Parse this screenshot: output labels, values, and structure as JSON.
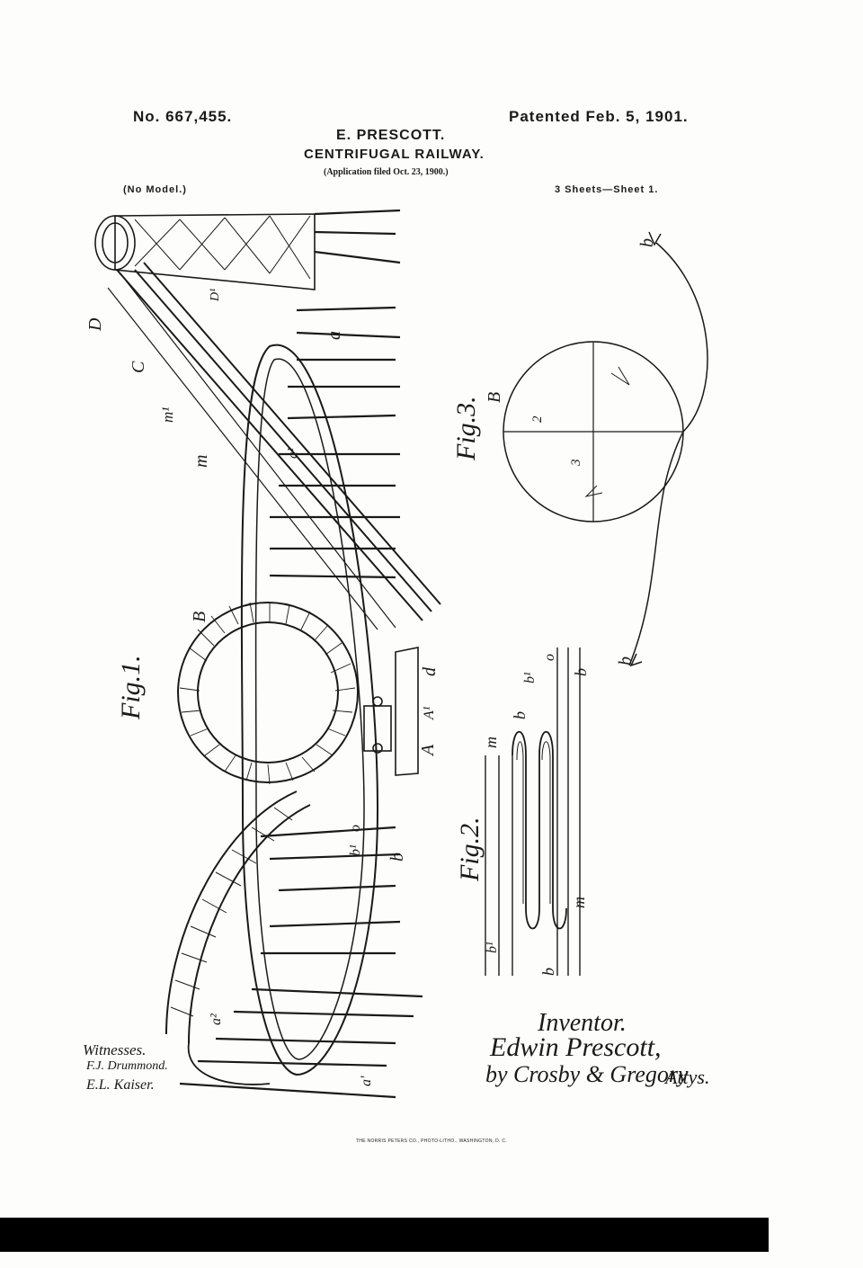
{
  "header": {
    "patent_number": "No. 667,455.",
    "patent_date": "Patented Feb. 5, 1901.",
    "inventor": "E. PRESCOTT.",
    "title": "CENTRIFUGAL RAILWAY.",
    "application": "(Application filed Oct. 23, 1900.)",
    "model_note": "(No Model.)",
    "sheets": "3 Sheets—Sheet 1."
  },
  "figures": {
    "fig1": "Fig.1.",
    "fig2": "Fig.2.",
    "fig3": "Fig.3."
  },
  "labels": {
    "D": "D",
    "D1": "D¹",
    "C": "C",
    "m1": "m¹",
    "m": "m",
    "a": "a",
    "a1": "a¹",
    "B": "B",
    "A": "A",
    "A1": "A¹",
    "d": "d",
    "b": "b",
    "b1": "b¹",
    "o": "o",
    "n2": "2",
    "n3": "3",
    "a_prime": "a'",
    "a2": "a²"
  },
  "signatures": {
    "witnesses_label": "Witnesses.",
    "witness_1": "F.J. Drummond.",
    "witness_2": "E.L. Kaiser.",
    "inventor_label": "Inventor.",
    "inventor_signature": "Edwin Prescott,",
    "attorney": "by Crosby & Gregory",
    "attys": "Attys."
  },
  "printer": "THE NORRIS PETERS CO., PHOTO-LITHO., WASHINGTON, D. C."
}
